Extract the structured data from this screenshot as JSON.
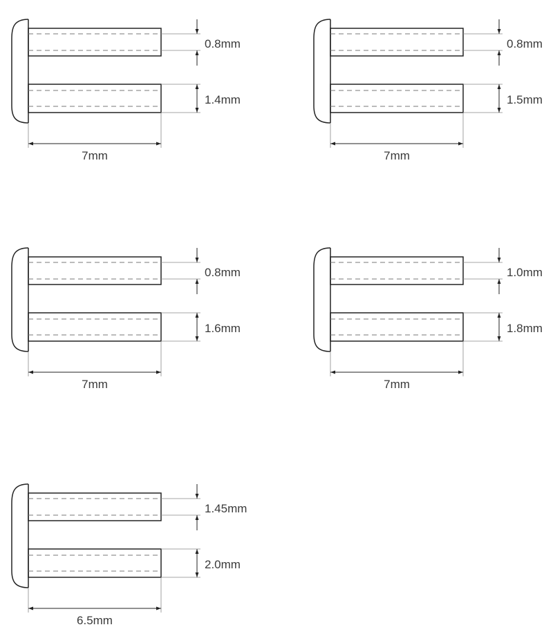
{
  "diagrams": [
    {
      "small_pin_diameter": "0.8mm",
      "large_pin_diameter": "1.4mm",
      "pin_length": "7mm"
    },
    {
      "small_pin_diameter": "0.8mm",
      "large_pin_diameter": "1.5mm",
      "pin_length": "7mm"
    },
    {
      "small_pin_diameter": "0.8mm",
      "large_pin_diameter": "1.6mm",
      "pin_length": "7mm"
    },
    {
      "small_pin_diameter": "1.0mm",
      "large_pin_diameter": "1.8mm",
      "pin_length": "7mm"
    },
    {
      "small_pin_diameter": "1.45mm",
      "large_pin_diameter": "2.0mm",
      "pin_length": "6.5mm"
    }
  ]
}
